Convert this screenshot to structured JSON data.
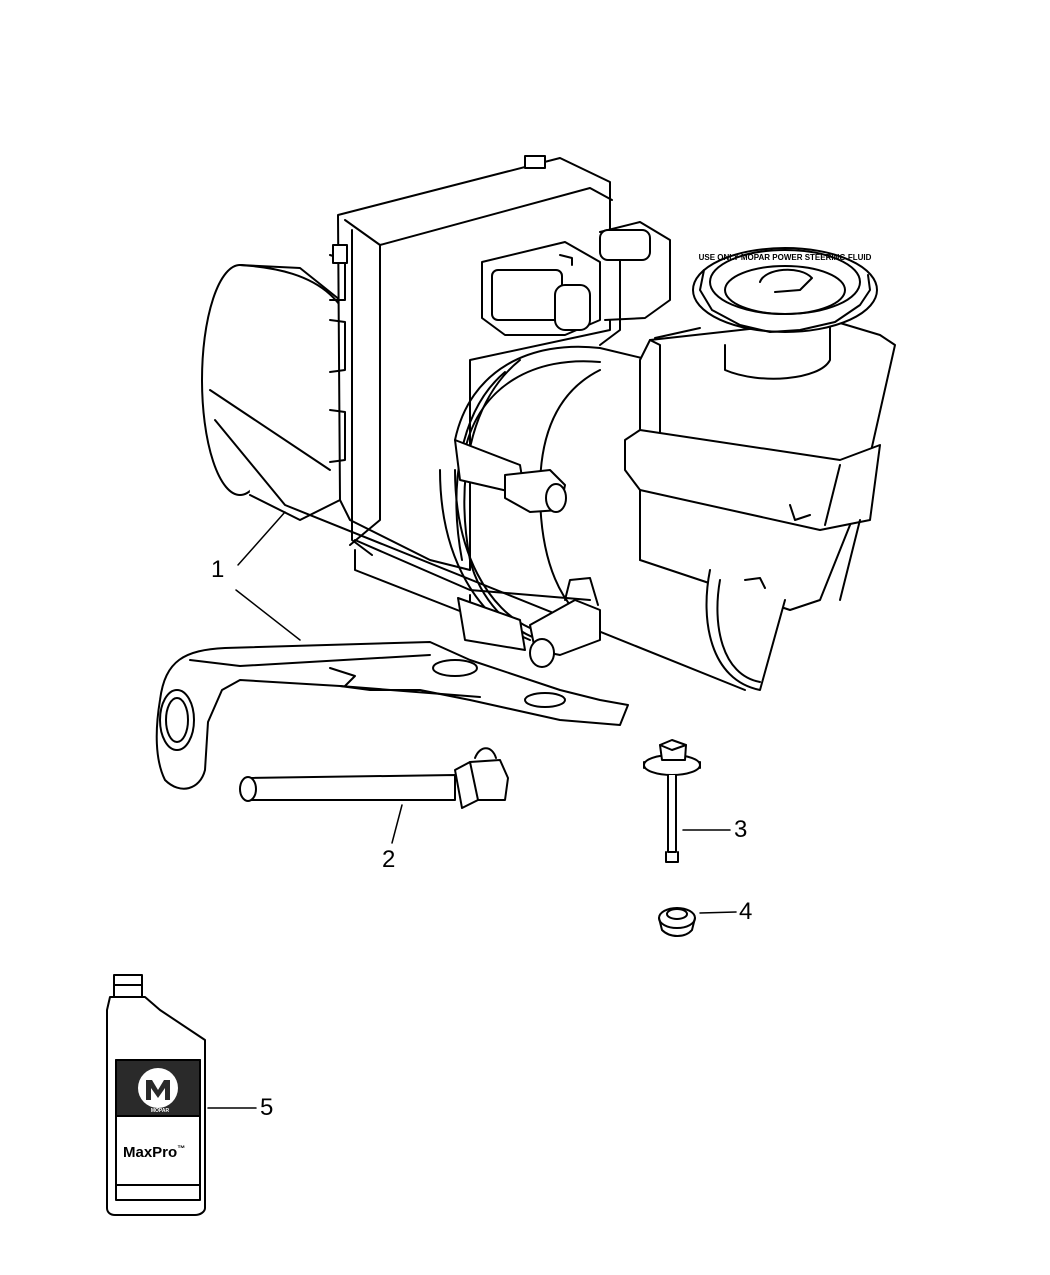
{
  "callouts": {
    "c1": "1",
    "c2": "2",
    "c3": "3",
    "c4": "4",
    "c5": "5"
  },
  "bottle": {
    "brand": "MOPAR",
    "product": "MaxPro",
    "trademark": "™"
  },
  "reservoir_cap_text": "USE ONLY MOPAR POWER STEERING FLUID"
}
